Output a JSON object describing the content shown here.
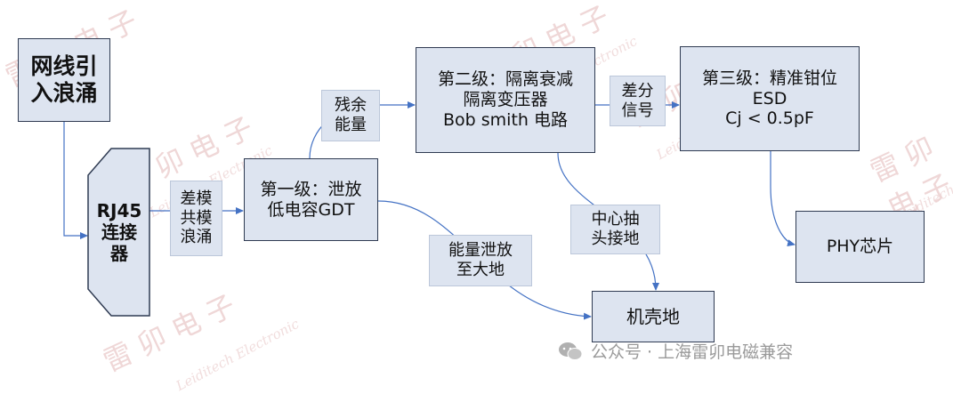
{
  "nodes": {
    "surge_in": [
      "网线引",
      "入浪涌"
    ],
    "rj45": [
      "RJ45",
      "连接",
      "器"
    ],
    "stage1": [
      "第一级：泄放",
      "低电容GDT"
    ],
    "stage2": [
      "第二级：隔离衰减",
      "隔离变压器",
      "Bob smith 电路"
    ],
    "stage3": [
      "第三级：精准钳位",
      "ESD",
      "Cj < 0.5pF"
    ],
    "phy": "PHY芯片",
    "chassis": "机壳地"
  },
  "edge_labels": {
    "diff_common": [
      "差模",
      "共模",
      "浪涌"
    ],
    "residual": [
      "残余",
      "能量"
    ],
    "diff_signal": [
      "差分",
      "信号"
    ],
    "center_tap": [
      "中心抽",
      "头接地"
    ],
    "energy_release": [
      "能量泄放",
      "至大地"
    ]
  },
  "watermark": {
    "brand_cn": "雷 卯 电 子",
    "brand_en": "Leiditech Electronic",
    "wechat": "公众号 · 上海雷卯电磁兼容"
  },
  "colors": {
    "box_fill": "#dde4f0",
    "box_border": "#2f3b52",
    "arrow": "#4472c4",
    "watermark": "#e2b8b8"
  }
}
